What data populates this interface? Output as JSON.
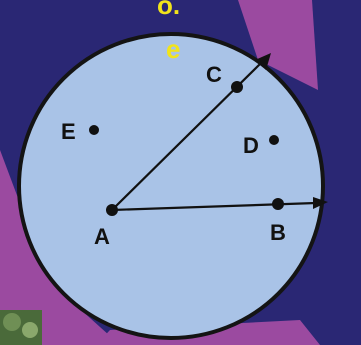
{
  "caption": {
    "line1": "o.",
    "line2": "e"
  },
  "points": {
    "A": "A",
    "B": "B",
    "C": "C",
    "D": "D",
    "E": "E"
  },
  "colors": {
    "background": "#2a2774",
    "wedge": "#9b4aa0",
    "circle_fill": "#a9c3e7",
    "circle_stroke": "#141414",
    "caption": "#f2e41b"
  }
}
